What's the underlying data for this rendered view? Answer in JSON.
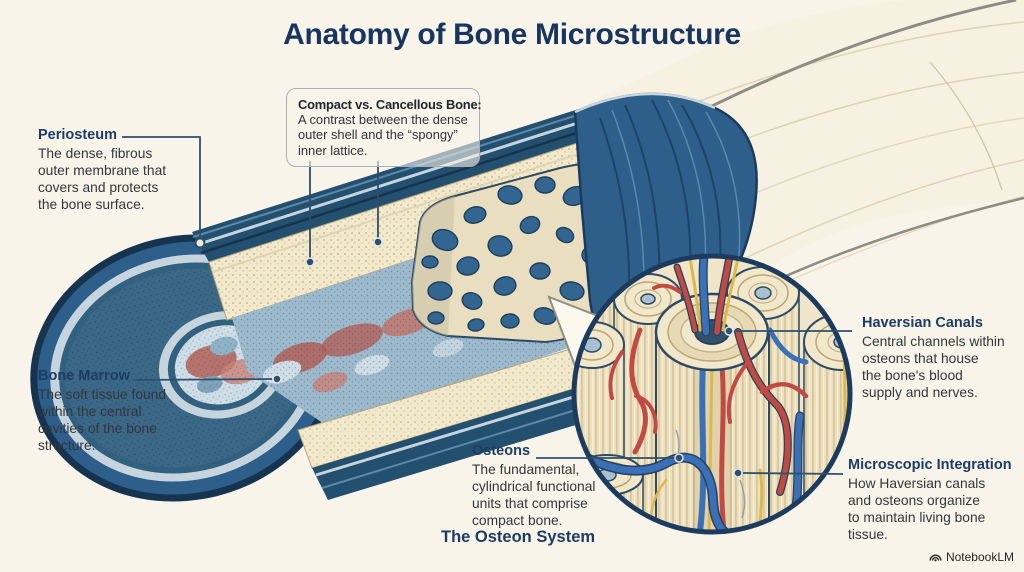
{
  "title": "Anatomy of Bone Microstructure",
  "callout_box": {
    "heading": "Compact vs. Cancellous Bone:",
    "body_lines": [
      "A contrast between the dense",
      "outer shell and the “spongy”",
      "inner lattice."
    ]
  },
  "labels": {
    "periosteum": {
      "heading": "Periosteum",
      "body_lines": [
        "The dense, fibrous",
        "outer membrane that",
        "covers and protects",
        "the bone surface."
      ]
    },
    "bone_marrow": {
      "heading": "Bone Marrow",
      "body_lines": [
        "The soft tissue found",
        "within the central",
        "cavities of the bone",
        "structure."
      ]
    },
    "haversian": {
      "heading": "Haversian Canals",
      "body_lines": [
        "Central channels within",
        "osteons that house",
        "the bone's blood",
        "supply and nerves."
      ]
    },
    "osteons": {
      "heading": "Osteons",
      "body_lines": [
        "The fundamental,",
        "cylindrical functional",
        "units that comprise",
        "compact bone."
      ]
    },
    "microscopic": {
      "heading": "Microscopic Integration",
      "body_lines": [
        "How Haversian canals",
        "and osteons organize",
        "to maintain living bone",
        "tissue."
      ]
    }
  },
  "caption": "The Osteon System",
  "watermark": "NotebookLM",
  "colors": {
    "background": "#f8f4e9",
    "title_navy": "#17355e",
    "heading_navy": "#1d3c64",
    "body_text": "#31373d",
    "leader_line": "#2e4f6e",
    "bone_navy": "#24506f",
    "bone_mid_blue": "#2e5f8a",
    "light_ring": "#c6d4de",
    "compact_cream": "#f2e8cb",
    "cancellous_blue": "#336591",
    "marrow_red": "#b25f57",
    "vessel_red": "#c14b44",
    "vessel_blue": "#3a70b5",
    "vessel_yellow": "#ddb84a"
  }
}
